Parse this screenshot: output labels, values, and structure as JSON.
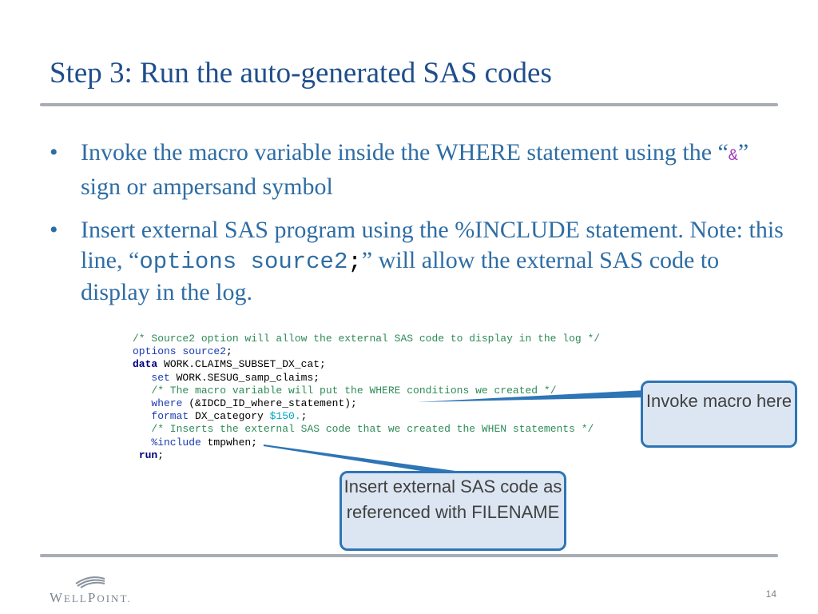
{
  "slide": {
    "title": "Step 3:  Run the auto-generated SAS codes",
    "page_number": "14",
    "bullet_glyph": "•"
  },
  "bullets": [
    {
      "part1": "Invoke the macro variable inside the WHERE statement using the “",
      "amp": "&",
      "part2": "” sign or ampersand symbol"
    },
    {
      "part1": "Insert external SAS program using the %INCLUDE statement.  Note:  this line, “",
      "code": "options source2",
      "semi": ";",
      "part2": "” will allow the external SAS code to display in the log."
    }
  ],
  "code": {
    "comment1": "/* Source2 option will allow the external SAS code to display in the log */",
    "options_kw": "options source2",
    "semi": ";",
    "data_kw": "data",
    "data_rest": " WORK.CLAIMS_SUBSET_DX_cat;",
    "set_kw": "set",
    "set_rest": " WORK.SESUG_samp_claims;",
    "comment2": "/* The macro variable will put the WHERE conditions we created */",
    "where_kw": "where",
    "where_rest": " (&IDCD_ID_where_statement);",
    "format_kw": "format",
    "format_mid": " DX_category ",
    "format_num": "$150.",
    "format_end": ";",
    "comment3": "/* Inserts the external SAS code that we created the WHEN statements */",
    "include_kw": "%include",
    "include_rest": " tmpwhen;",
    "run_kw": "run",
    "run_end": ";"
  },
  "callouts": {
    "invoke": "Invoke macro here",
    "insert": "Insert external SAS code as referenced with FILENAME"
  },
  "logo": {
    "text_w": "W",
    "text_ell": "ELL",
    "text_p": "P",
    "text_oint": "OINT",
    "mark": "."
  },
  "colors": {
    "title": "#1f4e8c",
    "bullet_text": "#2e6da4",
    "callout_fill": "#dce6f2",
    "callout_border": "#2e75b6",
    "rule": "#a8acb3"
  }
}
